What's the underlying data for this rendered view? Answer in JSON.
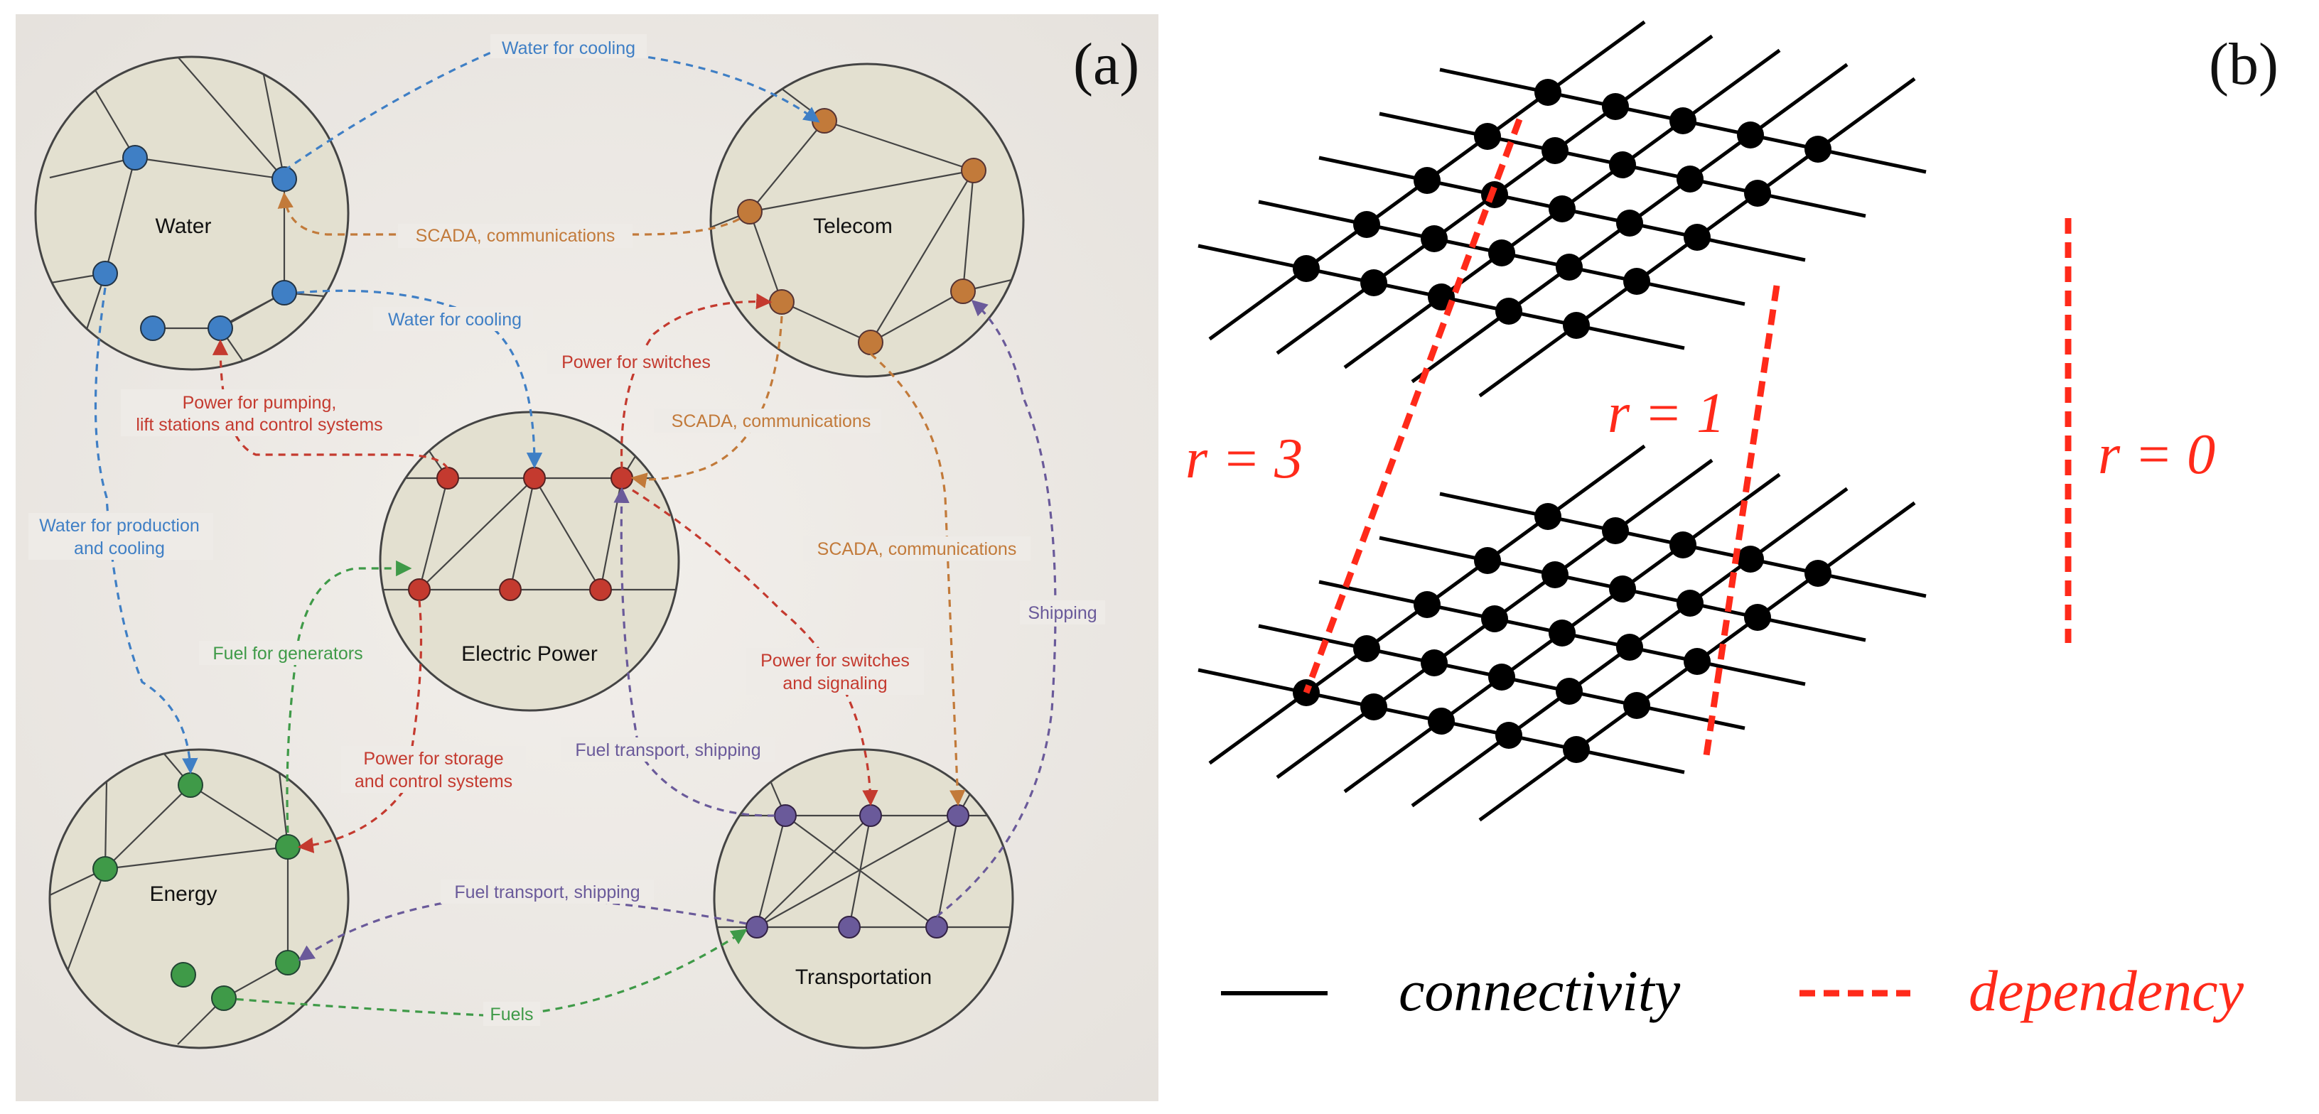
{
  "panel_a": {
    "label": "(a)",
    "circles": {
      "water": "Water",
      "telecom": "Telecom",
      "electric": "Electric Power",
      "energy": "Energy",
      "transportation": "Transportation"
    },
    "arrows": {
      "water_for_cooling_top": "Water for cooling",
      "scada_communications_top": "SCADA, communications",
      "water_for_cooling_mid": "Water for cooling",
      "power_for_switches": "Power for switches",
      "power_for_pumping_1": "Power for pumping,",
      "power_for_pumping_2": "lift stations and control systems",
      "scada_communications_mid": "SCADA, communications",
      "water_for_production_1": "Water for production",
      "water_for_production_2": "and cooling",
      "scada_communications_right": "SCADA, communications",
      "shipping": "Shipping",
      "fuel_for_generators": "Fuel for generators",
      "power_for_switches_signaling_1": "Power for switches",
      "power_for_switches_signaling_2": "and signaling",
      "fuel_transport_shipping_mid": "Fuel transport, shipping",
      "power_for_storage_1": "Power for storage",
      "power_for_storage_2": "and control systems",
      "fuel_transport_shipping_low": "Fuel transport, shipping",
      "fuels": "Fuels"
    }
  },
  "panel_b": {
    "label": "(b)",
    "r3": "r = 3",
    "r1": "r = 1",
    "r0": "r = 0",
    "legend_connectivity": "connectivity",
    "legend_dependency": "dependency"
  },
  "colors": {
    "water": "#3f7fc5",
    "telecom": "#c27a3a",
    "power": "#c43a2f",
    "energy": "#3f9a48",
    "transport": "#6a5a9a",
    "dependency": "#ff2a1a",
    "panel_bg": "#ece8e3",
    "circle_fill": "#e3e0d0"
  }
}
